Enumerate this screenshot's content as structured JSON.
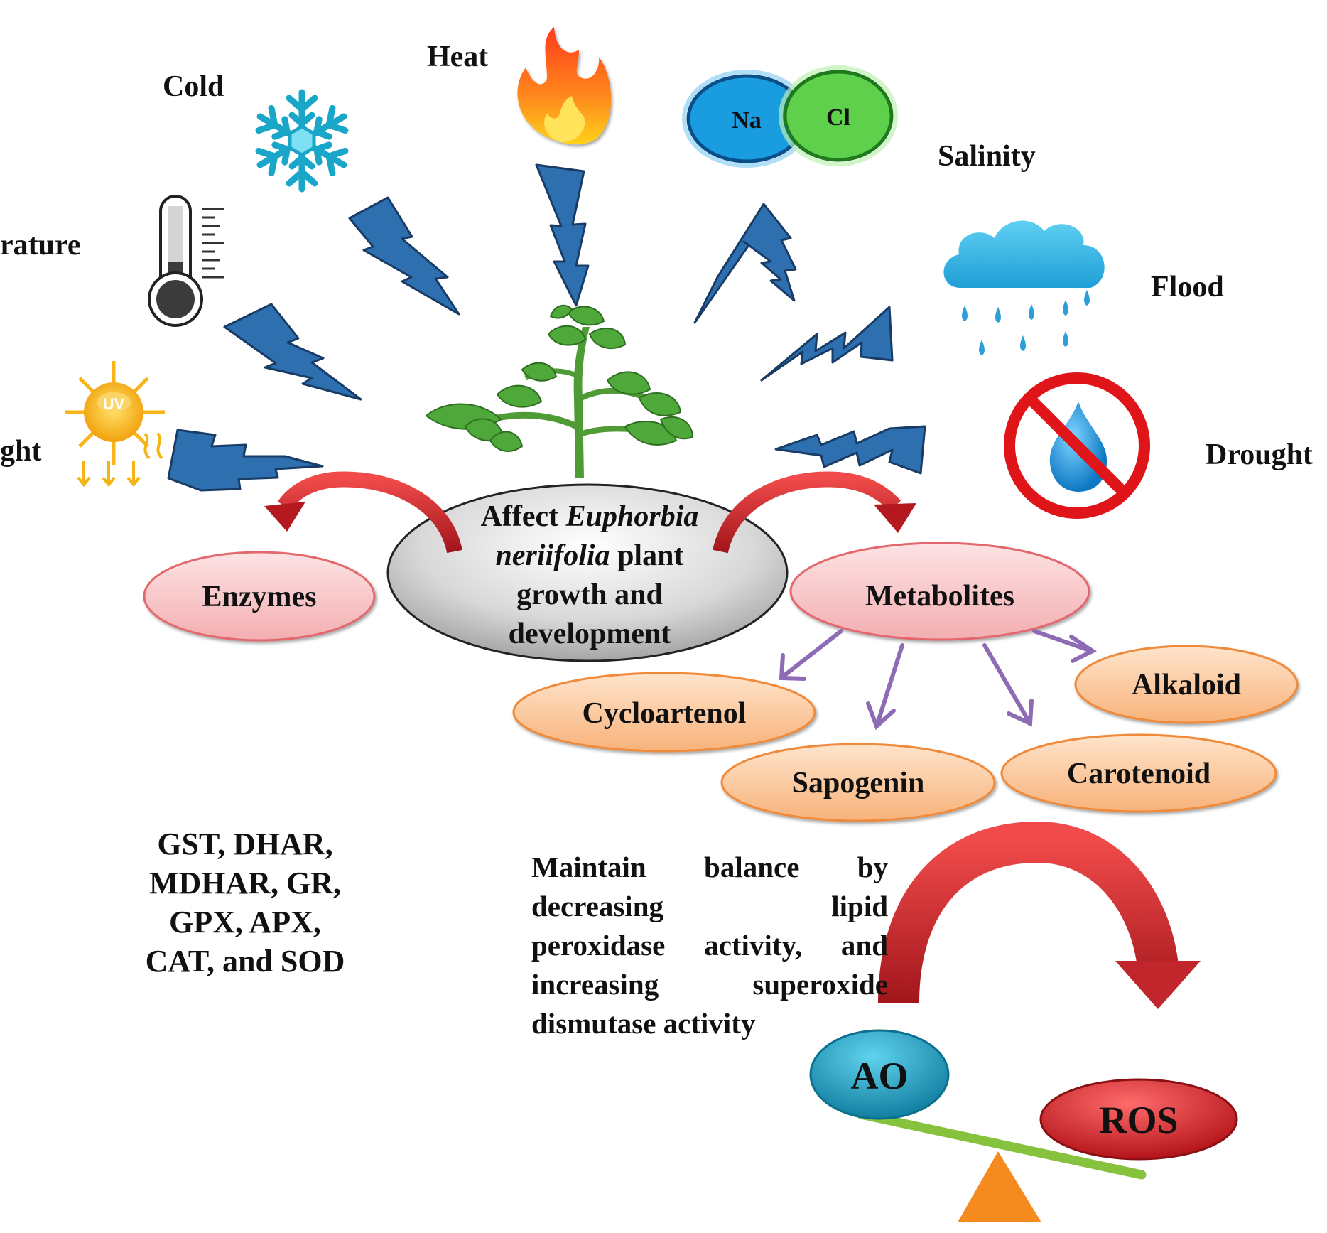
{
  "stressors": {
    "cold": "Cold",
    "heat": "Heat",
    "salinity": "Salinity",
    "temperature_partial": "rature",
    "flood": "Flood",
    "light_partial": "ght",
    "drought": "Drought"
  },
  "salt_icon": {
    "na": "Na",
    "cl": "Cl"
  },
  "uv_badge": "UV",
  "center": {
    "line1_a": "Affect ",
    "line1_b": "Euphorbia",
    "line2_a": "neriifolia",
    "line2_b": " plant",
    "line3": "growth and",
    "line4": "development"
  },
  "enzymes": {
    "label": "Enzymes",
    "list": [
      "GST, DHAR,",
      "MDHAR, GR,",
      "GPX, APX,",
      "CAT, and SOD"
    ]
  },
  "metabolites": {
    "label": "Metabolites",
    "items": {
      "cycloartenol": "Cycloartenol",
      "sapogenin": "Sapogenin",
      "carotenoid": "Carotenoid",
      "alkaloid": "Alkaloid"
    }
  },
  "balance": {
    "lines": [
      "Maintain balance by",
      "decreasing lipid",
      "peroxidase activity, and",
      "increasing superoxide",
      "dismutase activity"
    ],
    "ao": "AO",
    "ros": "ROS"
  },
  "colors": {
    "bolt": "#2e6fb0",
    "bolt_edge": "#1a3e6e",
    "red_arrow": "#c0262b",
    "pink_oval": "#f7c7c9",
    "orange_oval": "#fbc99a",
    "purple_arrow": "#8e6bb5",
    "leaf_green": "#4fa83a",
    "ao_blue": "#1f9fc2",
    "ros_red": "#d92a2a",
    "beam_green": "#86c23d",
    "fulcrum_orange": "#f58a1f"
  }
}
